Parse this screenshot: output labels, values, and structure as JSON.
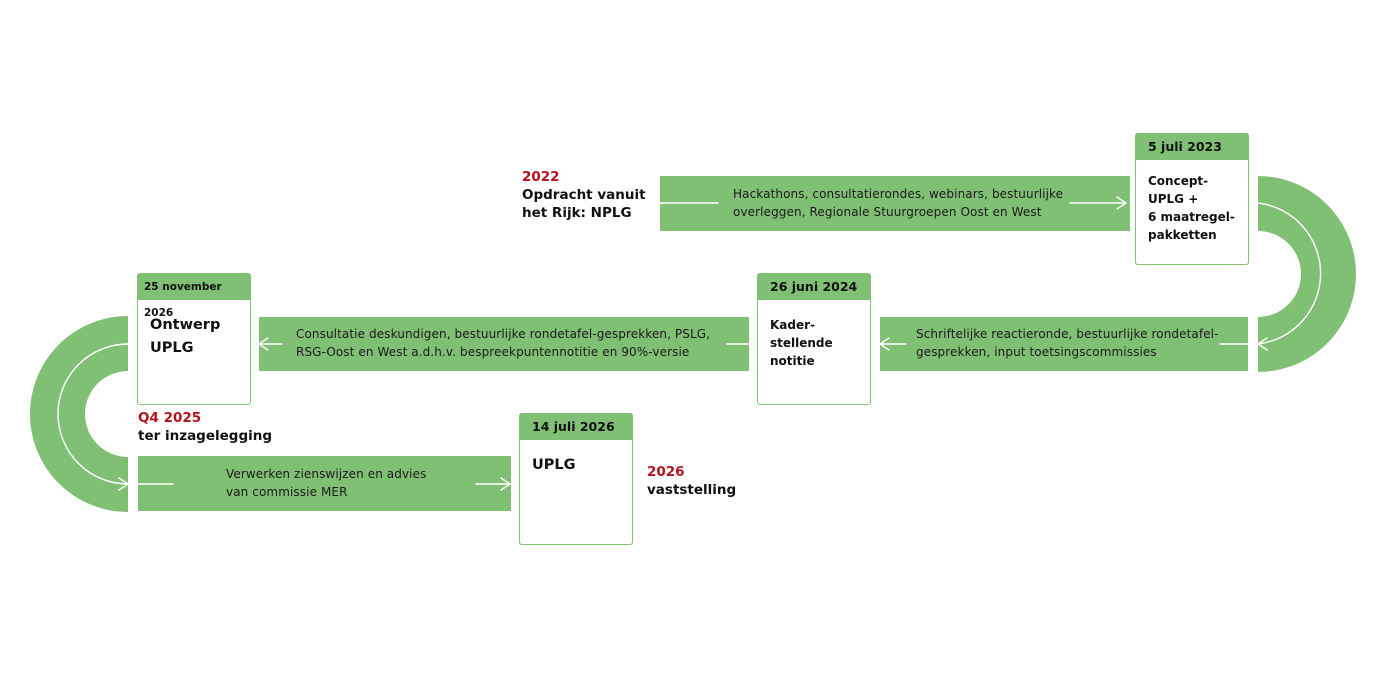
{
  "colors": {
    "band": "#80c075",
    "accent_red": "#b5121b",
    "card_border": "#80c075"
  },
  "steps": [
    {
      "year": "2022",
      "text": "Opdracht vanuit het Rijk: NPLG"
    },
    {
      "band": "Hackathons, consultatierondes, webinars, bestuurlijke overleggen, Regionale Stuurgroepen Oost en West"
    },
    {
      "date": "5 juli 2023",
      "card": "Concept-\nUPLG +\n6 maatregel-\npakketten"
    },
    {
      "band": "Schriftelijke reactieronde, bestuurlijke rondetafel-gesprekken, input toetsingscommissies"
    },
    {
      "date": "26 juni 2024",
      "card": "Kader-\nstellende\nnotitie"
    },
    {
      "band": "Consultatie deskundigen, bestuurlijke rondetafel-gesprekken, PSLG, RSG-Oost en West a.d.h.v. bespreekpuntennotitie en 90%-versie"
    },
    {
      "date": "25 november 2026",
      "card": "Ontwerp\nUPLG"
    },
    {
      "year": "Q4 2025",
      "text": "ter inzagelegging"
    },
    {
      "band": "Verwerken zienswijzen en advies van commissie MER"
    },
    {
      "date": "14 juli 2026",
      "card": "UPLG"
    },
    {
      "year": "2026",
      "text": "vaststelling"
    }
  ],
  "band_lines": {
    "b1": [
      "Hackathons, consultatierondes, webinars, bestuurlijke",
      "overleggen, Regionale Stuurgroepen Oost en West"
    ],
    "b2": [
      "Schriftelijke reactieronde, bestuurlijke rondetafel-",
      "gesprekken, input toetsingscommissies"
    ],
    "b3": [
      "Consultatie deskundigen, bestuurlijke rondetafel-gesprekken, PSLG,",
      "RSG-Oost en West a.d.h.v. bespreekpuntennotitie en 90%-versie"
    ],
    "b4": [
      "Verwerken zienswijzen en advies",
      "van commissie MER"
    ]
  },
  "cards": {
    "c1": {
      "date": "5 juli 2023",
      "lines": [
        "Concept-",
        "UPLG +",
        "6 maatregel-",
        "pakketten"
      ]
    },
    "c2": {
      "date": "26 juni 2024",
      "lines": [
        "Kader-",
        "stellende",
        "notitie"
      ]
    },
    "c3": {
      "date": "25 november 2026",
      "lines": [
        "Ontwerp",
        "UPLG"
      ]
    },
    "c4": {
      "date": "14 juli 2026",
      "lines": [
        "UPLG"
      ]
    }
  },
  "labels": {
    "l1": {
      "year": "2022",
      "lines": [
        "Opdracht vanuit",
        "het Rijk: NPLG"
      ]
    },
    "l2": {
      "year": "Q4 2025",
      "lines": [
        "ter inzagelegging"
      ]
    },
    "l3": {
      "year": "2026",
      "lines": [
        "vaststelling"
      ]
    }
  }
}
